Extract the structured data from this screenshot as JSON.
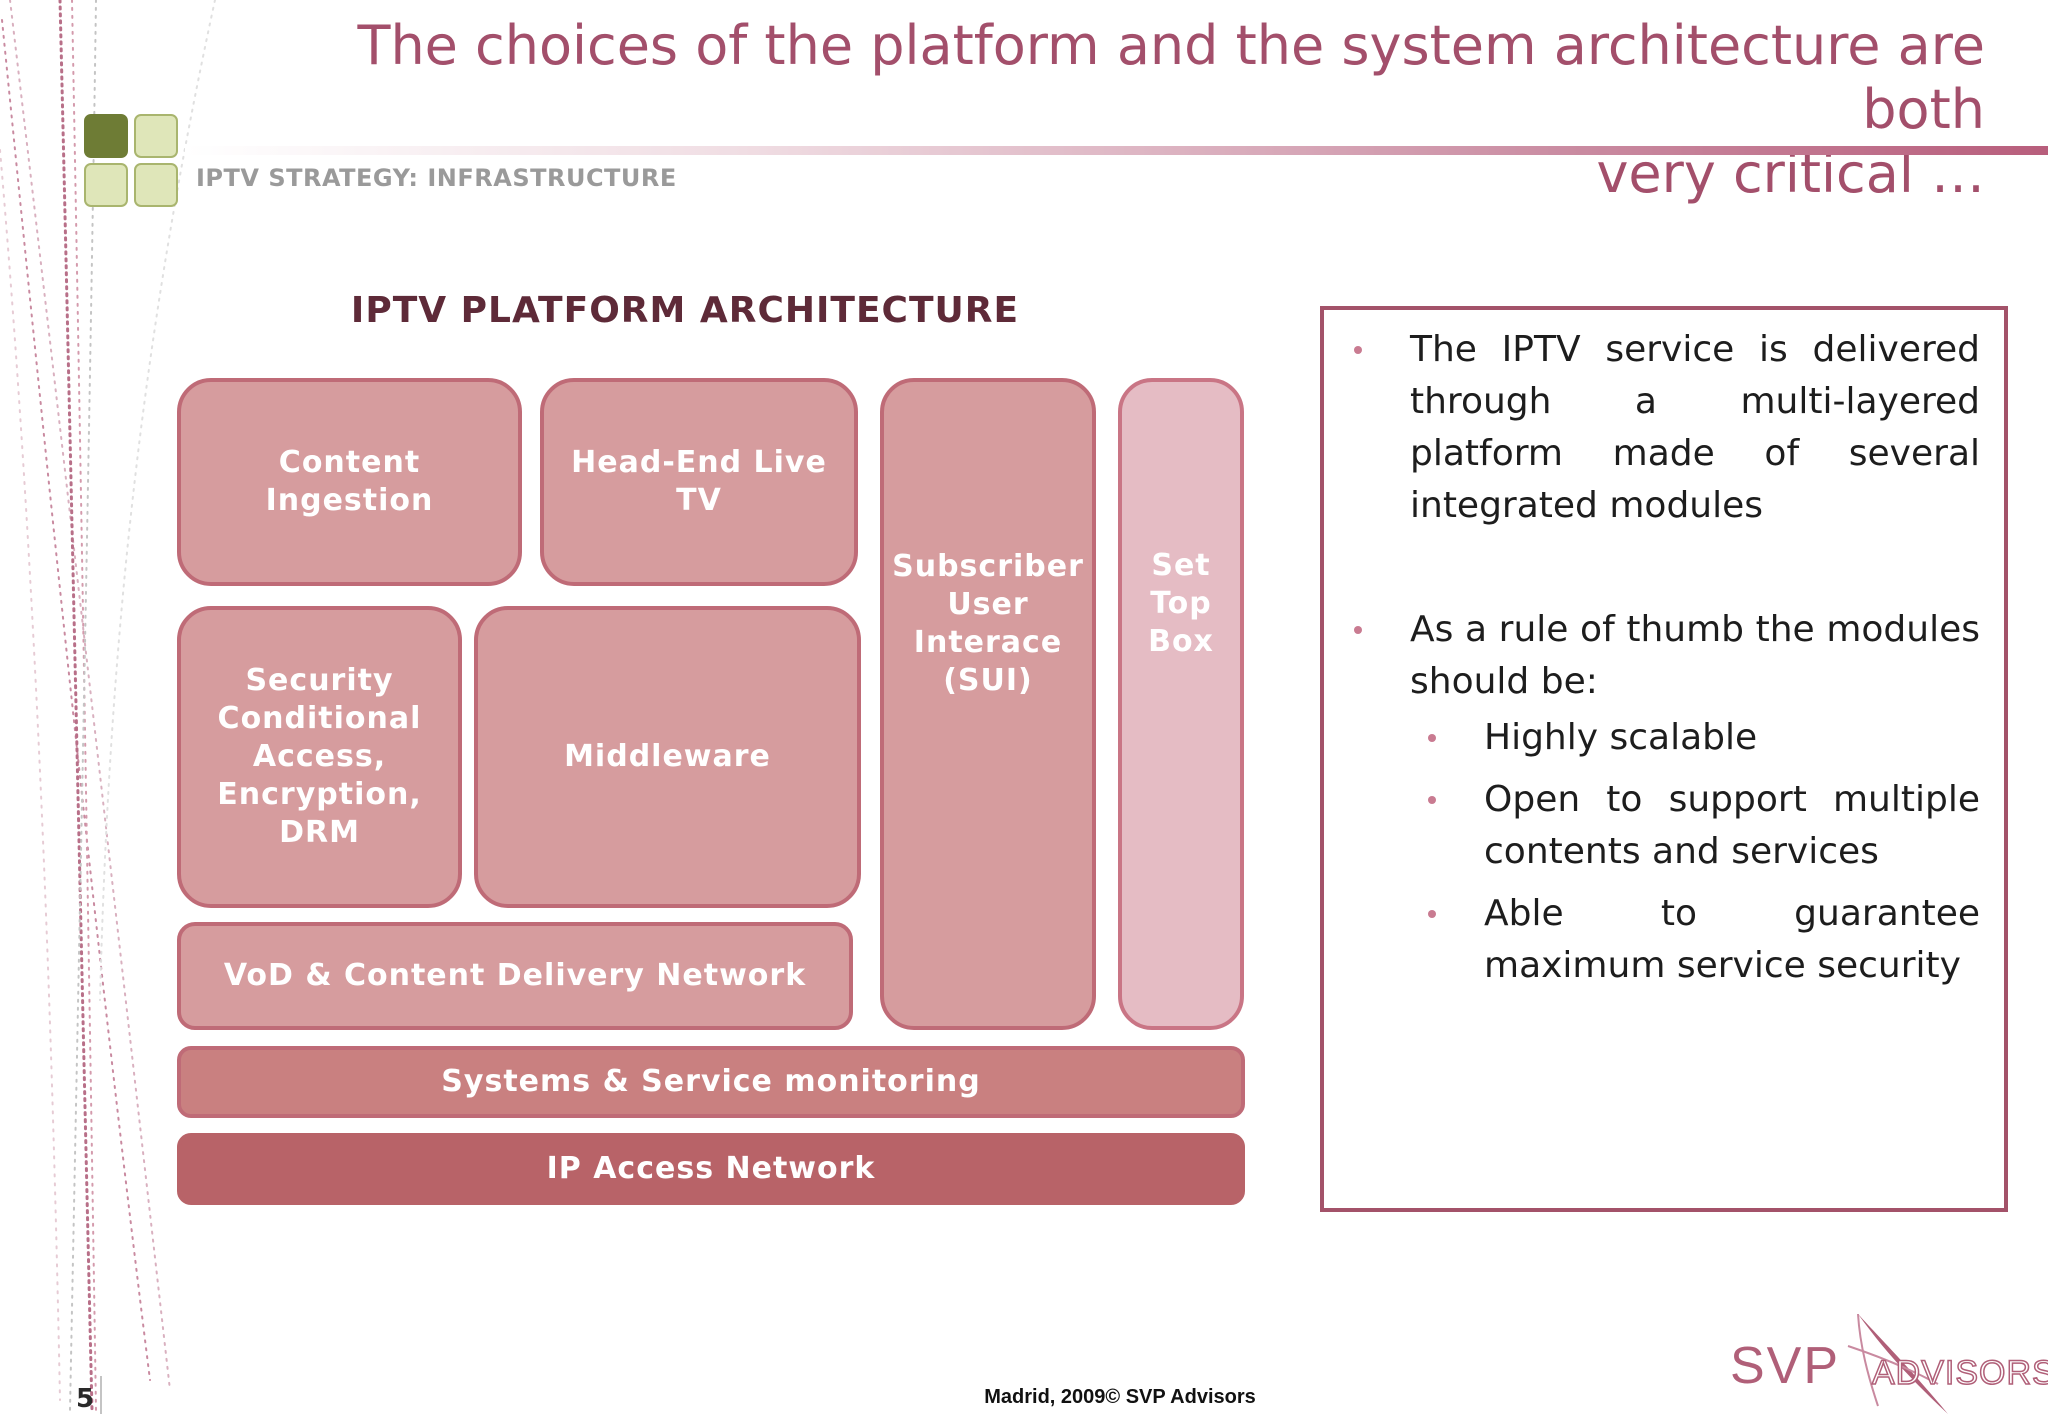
{
  "title": {
    "line1": "The choices of the platform and the system architecture are both",
    "line2": "very critical …"
  },
  "subtitle": "IPTV STRATEGY: INFRASTRUCTURE",
  "diagram": {
    "title": "IPTV PLATFORM ARCHITECTURE",
    "boxes": {
      "content_ingestion": [
        "Content",
        "Ingestion"
      ],
      "head_end": [
        "Head-End Live",
        "TV"
      ],
      "security": [
        "Security",
        "Conditional",
        "Access,",
        "Encryption,",
        "DRM"
      ],
      "middleware": [
        "Middleware"
      ],
      "sui": [
        "Subscriber",
        "User",
        "Interace",
        "(SUI)"
      ],
      "stb": [
        "Set",
        "Top",
        "Box"
      ],
      "vod": "VoD & Content Delivery Network",
      "monitoring": "Systems & Service monitoring",
      "ip_access": "IP Access Network"
    }
  },
  "panel": {
    "bullet1": "The IPTV service is delivered through a multi-layered platform made of several integrated modules",
    "bullet2": "As a rule of thumb the modules should be:",
    "sub1": "Highly scalable",
    "sub2": "Open to support multiple contents and services",
    "sub3": "Able to guarantee maximum service security"
  },
  "footer": {
    "page_number": "5",
    "text": "Madrid, 2009© SVP Advisors"
  },
  "logo": {
    "svp": "SVP",
    "advisors": "ADVISORS"
  },
  "colors": {
    "title": "#a34f6b",
    "box_fill": "#d69c9e",
    "box_border": "#bf6b77",
    "stb_fill": "#e5bcc4",
    "monitoring_fill": "#c98080",
    "ip_access_fill": "#b86368",
    "panel_border": "#a35269",
    "logo_green": "#6e7c35",
    "logo_light": "#dfe6b9"
  }
}
